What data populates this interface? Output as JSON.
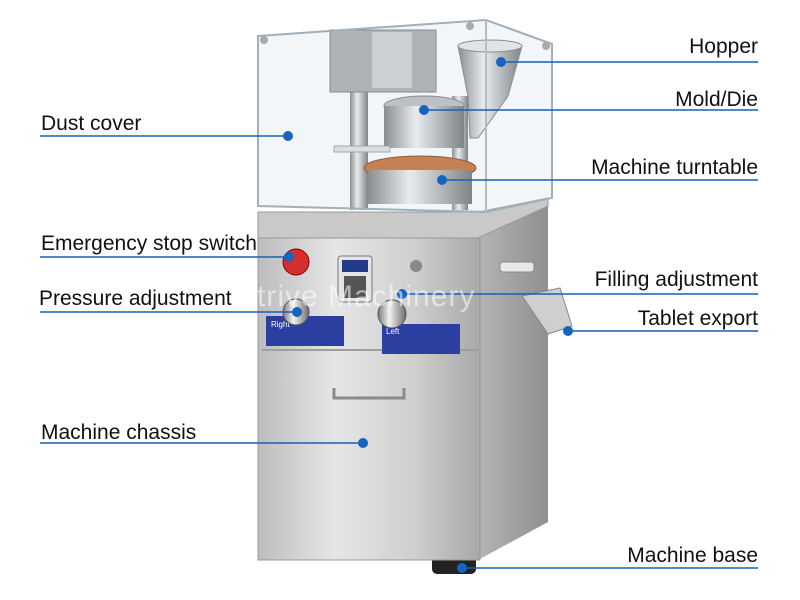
{
  "watermark": "Strive Machinery",
  "colors": {
    "leader_line": "#1a5fb4",
    "dot": "#1565c0",
    "steel_light": "#d4d4d4",
    "steel_dark": "#9a9a9a",
    "stop_button": "#d32f2f",
    "panel_blue": "#2b3fa0"
  },
  "panel_text": {
    "right": "Right",
    "left": "Left"
  },
  "labels": {
    "left": [
      {
        "id": "dust-cover",
        "text": "Dust cover"
      },
      {
        "id": "emergency-stop-switch",
        "text": "Emergency stop switch"
      },
      {
        "id": "pressure-adjustment",
        "text": "Pressure adjustment"
      },
      {
        "id": "machine-chassis",
        "text": "Machine chassis"
      }
    ],
    "right": [
      {
        "id": "hopper",
        "text": "Hopper"
      },
      {
        "id": "mold-die",
        "text": "Mold/Die"
      },
      {
        "id": "machine-turntable",
        "text": "Machine turntable"
      },
      {
        "id": "filling-adjustment",
        "text": "Filling adjustment"
      },
      {
        "id": "tablet-export",
        "text": "Tablet export"
      },
      {
        "id": "machine-base",
        "text": "Machine base"
      }
    ]
  }
}
